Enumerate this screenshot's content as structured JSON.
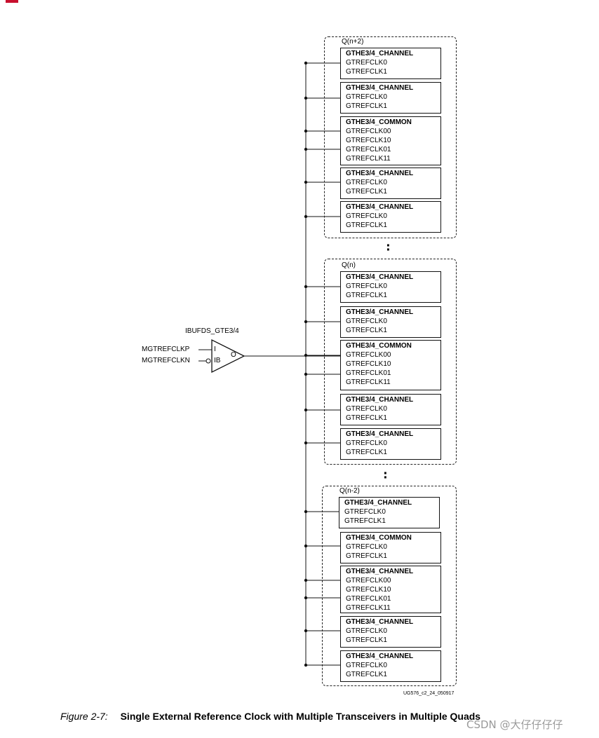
{
  "header": {
    "section_label": ""
  },
  "buffer": {
    "name": "IBUFDS_GTE3/4",
    "input_p": "MGTREFCLKP",
    "input_n": "MGTREFCLKN",
    "pin_i": "I",
    "pin_ib": "IB",
    "pin_o": "O"
  },
  "quads": [
    {
      "label": "Q(n+2)",
      "blocks": [
        {
          "title": "GTHE3/4_CHANNEL",
          "ports": [
            "GTREFCLK0",
            "GTREFCLK1"
          ]
        },
        {
          "title": "GTHE3/4_CHANNEL",
          "ports": [
            "GTREFCLK0",
            "GTREFCLK1"
          ]
        },
        {
          "title": "GTHE3/4_COMMON",
          "ports": [
            "GTREFCLK00",
            "GTREFCLK10",
            "GTREFCLK01",
            "GTREFCLK11"
          ]
        },
        {
          "title": "GTHE3/4_CHANNEL",
          "ports": [
            "GTREFCLK0",
            "GTREFCLK1"
          ]
        },
        {
          "title": "GTHE3/4_CHANNEL",
          "ports": [
            "GTREFCLK0",
            "GTREFCLK1"
          ]
        }
      ]
    },
    {
      "label": "Q(n)",
      "blocks": [
        {
          "title": "GTHE3/4_CHANNEL",
          "ports": [
            "GTREFCLK0",
            "GTREFCLK1"
          ]
        },
        {
          "title": "GTHE3/4_CHANNEL",
          "ports": [
            "GTREFCLK0",
            "GTREFCLK1"
          ]
        },
        {
          "title": "GTHE3/4_COMMON",
          "ports": [
            "GTREFCLK00",
            "GTREFCLK10",
            "GTREFCLK01",
            "GTREFCLK11"
          ]
        },
        {
          "title": "GTHE3/4_CHANNEL",
          "ports": [
            "GTREFCLK0",
            "GTREFCLK1"
          ]
        },
        {
          "title": "GTHE3/4_CHANNEL",
          "ports": [
            "GTREFCLK0",
            "GTREFCLK1"
          ]
        }
      ]
    },
    {
      "label": "Q(n-2)",
      "blocks": [
        {
          "title": "GTHE3/4_CHANNEL",
          "ports": [
            "GTREFCLK0",
            "GTREFCLK1"
          ]
        },
        {
          "title": "GTHE3/4_COMMON",
          "ports": [
            "GTREFCLK0",
            "GTREFCLK1"
          ]
        },
        {
          "title": "GTHE3/4_CHANNEL",
          "ports": [
            "GTREFCLK00",
            "GTREFCLK10",
            "GTREFCLK01",
            "GTREFCLK11"
          ]
        },
        {
          "title": "GTHE3/4_CHANNEL",
          "ports": [
            "GTREFCLK0",
            "GTREFCLK1"
          ]
        },
        {
          "title": "GTHE3/4_CHANNEL",
          "ports": [
            "GTREFCLK0",
            "GTREFCLK1"
          ]
        }
      ]
    }
  ],
  "doc_id": "UG576_c2_24_050917",
  "caption": {
    "number": "Figure 2-7:",
    "title": "Single External Reference Clock with Multiple Transceivers in Multiple Quads"
  },
  "watermark": "CSDN @大仔仔仔仔"
}
